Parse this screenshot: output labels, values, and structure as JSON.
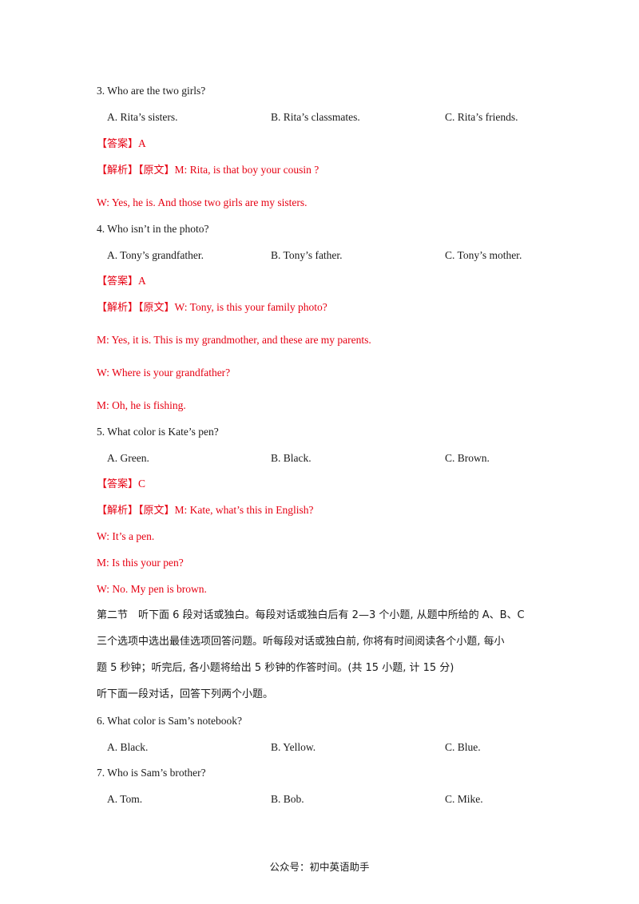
{
  "q3": {
    "question": "3. Who are the two girls?",
    "options": [
      "A. Rita’s sisters.",
      "B. Rita’s classmates.",
      "C. Rita’s friends."
    ],
    "answer_tag": "【答案】",
    "answer": "A",
    "analysis_tag": "【解析】【原文】",
    "transcript": [
      "M: Rita, is that boy your cousin ?",
      "W: Yes, he is. And those two girls are my sisters."
    ]
  },
  "q4": {
    "question": "4. Who isn’t in the photo?",
    "options": [
      "A. Tony’s grandfather.",
      "B. Tony’s father.",
      "C. Tony’s mother."
    ],
    "answer_tag": "【答案】",
    "answer": "A",
    "analysis_tag": "【解析】【原文】",
    "transcript": [
      "W: Tony, is this your family photo?",
      "M: Yes, it is. This is my grandmother, and these are my parents.",
      "W: Where is your grandfather?",
      "M: Oh, he is fishing."
    ]
  },
  "q5": {
    "question": "5. What color is Kate’s pen?",
    "options": [
      "A. Green.",
      "B. Black.",
      "C. Brown."
    ],
    "answer_tag": "【答案】",
    "answer": "C",
    "analysis_tag": "【解析】【原文】",
    "transcript": [
      "M: Kate, what’s this in English?",
      "W: It’s a pen.",
      "M: Is this your pen?",
      "W: No. My pen is brown."
    ]
  },
  "section2": {
    "lines": [
      "第二节　听下面 6 段对话或独白。每段对话或独白后有 2—3 个小题, 从题中所给的 A、B、C",
      "三个选项中选出最佳选项回答问题。听每段对话或独白前, 你将有时间阅读各个小题, 每小",
      "题 5 秒钟；听完后, 各小题将给出 5 秒钟的作答时间。(共 15 小题, 计 15 分)",
      "听下面一段对话，回答下列两个小题。"
    ]
  },
  "q6": {
    "question": "6. What color is Sam’s notebook?",
    "options": [
      "A. Black.",
      "B. Yellow.",
      "C. Blue."
    ]
  },
  "q7": {
    "question": "7. Who is Sam’s brother?",
    "options": [
      "A. Tom.",
      "B. Bob.",
      "C. Mike."
    ]
  },
  "footer": "公众号：初中英语助手"
}
